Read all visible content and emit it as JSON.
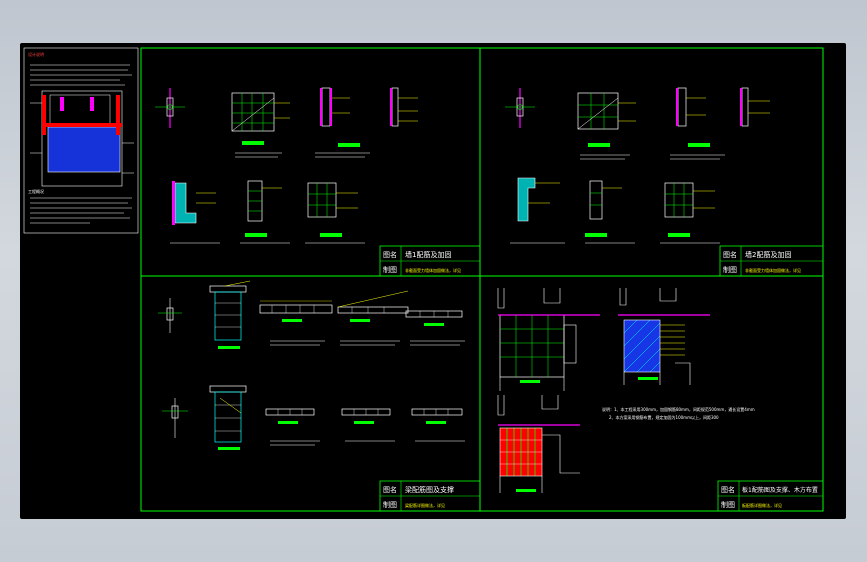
{
  "colors": {
    "background": "#000000",
    "frame": "#00ff00",
    "detail_line": "#ffffff",
    "annotation": "#ffff00",
    "member": "#ff00ff",
    "steel": "#00ffff",
    "hatch_blue": "#1a3cff",
    "hatch_red": "#ff0000",
    "grid": "#00ff00"
  },
  "panels": {
    "top_left": {
      "title_label": "图名",
      "title": "墙1配筋及加固",
      "drawing_label": "制图",
      "note": "非截面受力墙体加固做法，详见"
    },
    "top_right": {
      "title_label": "图名",
      "title": "墙2配筋及加固",
      "drawing_label": "制图",
      "note": "非截面受力墙体加固做法，详见"
    },
    "bottom_left": {
      "title_label": "图名",
      "title": "梁配筋图及支撑",
      "drawing_label": "制图",
      "note": "梁配筋详图做法，详见"
    },
    "bottom_right": {
      "title_label": "图名",
      "title": "板1配筋图及支撑、木方布置",
      "drawing_label": "制图",
      "note": "板配筋详图做法，详见",
      "general_note_1": "说明：1、本工程采用300mm，加固钢筋80mm，间距规范500mm，通长设置4mm",
      "general_note_2": "2、本方案采用钢筋布置，规定加固为100mm以上，间距300"
    }
  },
  "sidebar": {
    "heading": "设计说明",
    "subheading": "工程概况"
  }
}
